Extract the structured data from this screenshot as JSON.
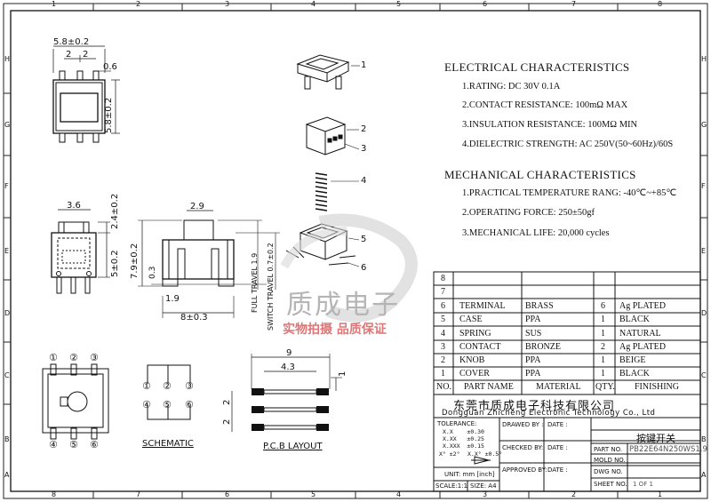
{
  "border": {
    "top_cols": [
      "1",
      "2",
      "3",
      "4",
      "5",
      "6",
      "7",
      "8"
    ],
    "bottom_cols": [
      "8",
      "7",
      "6",
      "5",
      "4",
      "3",
      "2",
      "1"
    ],
    "rows": [
      "H",
      "G",
      "F",
      "E",
      "D",
      "C",
      "B",
      "A"
    ]
  },
  "electrical": {
    "title": "ELECTRICAL CHARACTERISTICS",
    "items": [
      "1.RATING: DC 30V 0.1A",
      "2.CONTACT RESISTANCE: 100mΩ MAX",
      "3.INSULATION RESISTANCE: 100MΩ MIN",
      "4.DIELECTRIC STRENGTH: AC 250V(50~60Hz)/60S"
    ]
  },
  "mechanical": {
    "title": "MECHANICAL CHARACTERISTICS",
    "items": [
      "1.PRACTICAL TEMPERATURE RANG: -40℃~+85℃",
      "2.OPERATING FORCE: 250±50gf",
      "3.MECHANICAL LIFE: 20,000 cycles"
    ]
  },
  "dims": {
    "top_width": "5.8±0.2",
    "pitch_a": "2",
    "pitch_b": "2",
    "pin_w": "0.6",
    "top_height": "5.8±0.2",
    "side_width": "3.6",
    "side_top": "2.4±0.2",
    "side_body": "5±0.2",
    "front_top": "2.9",
    "front_height": "7.9±0.2",
    "front_03": "0.3",
    "front_19": "1.9",
    "front_base": "8±0.3",
    "full_travel": "FULL TRAVEL 1.9",
    "switch_travel": "SWITCH TRAVEL 0.7±0.2",
    "pcb_w": "9",
    "pcb_inner": "4.3",
    "pcb_pitch_a": "2",
    "pcb_pitch_b": "2",
    "pcb_pad": "1"
  },
  "explode_labels": [
    "1",
    "2",
    "3",
    "4",
    "5",
    "6"
  ],
  "pin_numbers": [
    "①",
    "②",
    "③",
    "④",
    "⑤",
    "⑥"
  ],
  "schematic": {
    "title": "SCHEMATIC",
    "nums": [
      "①",
      "②",
      "③",
      "④",
      "⑤",
      "⑥"
    ]
  },
  "pcb": {
    "title": "P.C.B LAYOUT"
  },
  "watermark": {
    "name": "质成电子",
    "slogan": "实物拍摄  品质保证"
  },
  "bom": {
    "rows": [
      {
        "no": "8",
        "part": "",
        "material": "",
        "qty": "",
        "finish": ""
      },
      {
        "no": "7",
        "part": "",
        "material": "",
        "qty": "",
        "finish": ""
      },
      {
        "no": "6",
        "part": "TERMINAL",
        "material": "BRASS",
        "qty": "6",
        "finish": "Ag PLATED"
      },
      {
        "no": "5",
        "part": "CASE",
        "material": "PPA",
        "qty": "1",
        "finish": "BLACK"
      },
      {
        "no": "4",
        "part": "SPRING",
        "material": "SUS",
        "qty": "1",
        "finish": "NATURAL"
      },
      {
        "no": "3",
        "part": "CONTACT",
        "material": "BRONZE",
        "qty": "2",
        "finish": "Ag PLATED"
      },
      {
        "no": "2",
        "part": "KNOB",
        "material": "PPA",
        "qty": "1",
        "finish": "BEIGE"
      },
      {
        "no": "1",
        "part": "COVER",
        "material": "PPA",
        "qty": "1",
        "finish": "BLACK"
      }
    ],
    "header": {
      "no": "NO.",
      "part": "PART NAME",
      "material": "MATERIAL",
      "qty": "QTY.",
      "finish": "FINISHING"
    }
  },
  "title_block": {
    "company_cn": "东莞市质成电子科技有限公司",
    "company_en": "Dongguan Zhicheng Electronic Technology Co., Ltd",
    "tolerance_title": "TOLERANCE:",
    "tol_lines": [
      "X.X    ±0.30",
      "X.XX   ±0.25",
      "X.XXX  ±0.15"
    ],
    "tol_angle_a": "X°  ±2°",
    "tol_angle_b": "X.X°  ±0.5°",
    "unit": "UNIT: mm [inch]",
    "scale": "SCALE:1:1",
    "size": "SIZE: A4",
    "drawed_by": "DRAWED BY :",
    "checked_by": "CHECKED BY:",
    "approved_by": "APPROVED BY:",
    "date": "DATE :",
    "product_name": "按键开关",
    "part_no_label": "PART NO.",
    "part_no": "PB22E64N250WS1.9",
    "mold_no_label": "MOLD NO.",
    "dwg_no_label": "DWG NO.",
    "sheet_no_label": "SHEET NO.",
    "sheet_no": "1 OF 1"
  }
}
